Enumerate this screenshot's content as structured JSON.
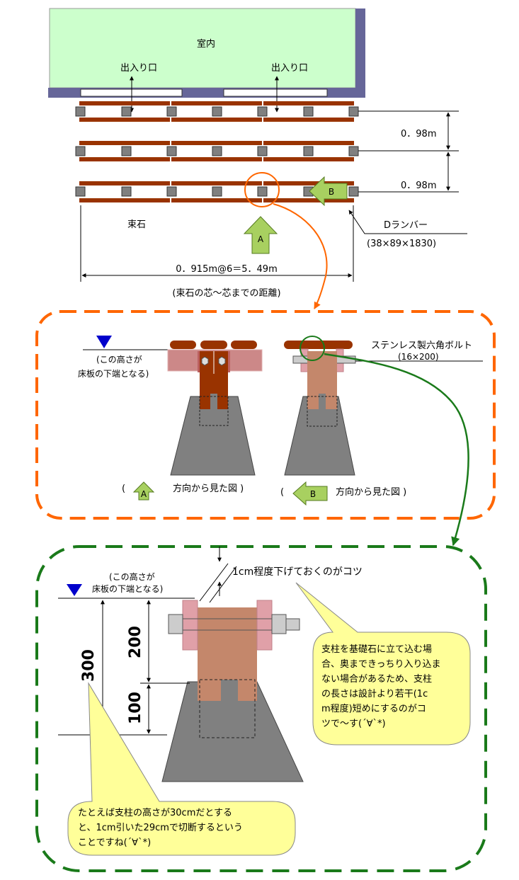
{
  "plan": {
    "room_label": "室内",
    "entrance_left": "出入り口",
    "entrance_right": "出入り口",
    "spacing_upper": "0．98m",
    "spacing_lower": "0．98m",
    "stone_label": "束石",
    "arrow_a": "A",
    "arrow_b": "B",
    "damper_label": "Dランバー",
    "damper_size": "(38×89×1830)",
    "span_label": "0．915m@6＝5．49m",
    "span_note": "(束石の芯～芯までの距離)"
  },
  "detail": {
    "height_note_1": "(この高さが",
    "height_note_2": "床板の下端となる)",
    "bolt_label": "ステンレス製六角ボルト",
    "bolt_size": "(16×200)",
    "view_a_open": "(",
    "view_a_arrow": "A",
    "view_a_caption": "方向から見た図 )",
    "view_b_open": "(",
    "view_b_arrow": "B",
    "view_b_caption": "方向から見た図 )"
  },
  "closeup": {
    "height_note_1": "(この高さが",
    "height_note_2": "床板の下端となる)",
    "offset_note": "1cm程度下げておくのがコツ",
    "dim_total": "300",
    "dim_upper": "200",
    "dim_lower": "100",
    "bubble_right": [
      "支柱を基礎石に立て込む場",
      "合、奥まできっちり入り込ま",
      "ない場合があるため、支柱",
      "の長さは設計より若干(1c",
      "m程度)短めにするのがコ",
      "ツで～す(´∀`*)"
    ],
    "bubble_left": [
      "たとえば支柱の高さが30cmだとする",
      "と、1cm引いた29cmで切断するという",
      "ことですね(´∀`*)"
    ]
  },
  "colors": {
    "room": "#ccffcc",
    "wall": "#666699",
    "joist": "#993300",
    "stone": "#808080",
    "post": "#c4876b",
    "plate": "#cc8888",
    "orange": "#ff6600",
    "green": "#1a7a1a",
    "arrow": "#a8d060",
    "bubble": "#ffff99",
    "marker": "#0000cc"
  }
}
